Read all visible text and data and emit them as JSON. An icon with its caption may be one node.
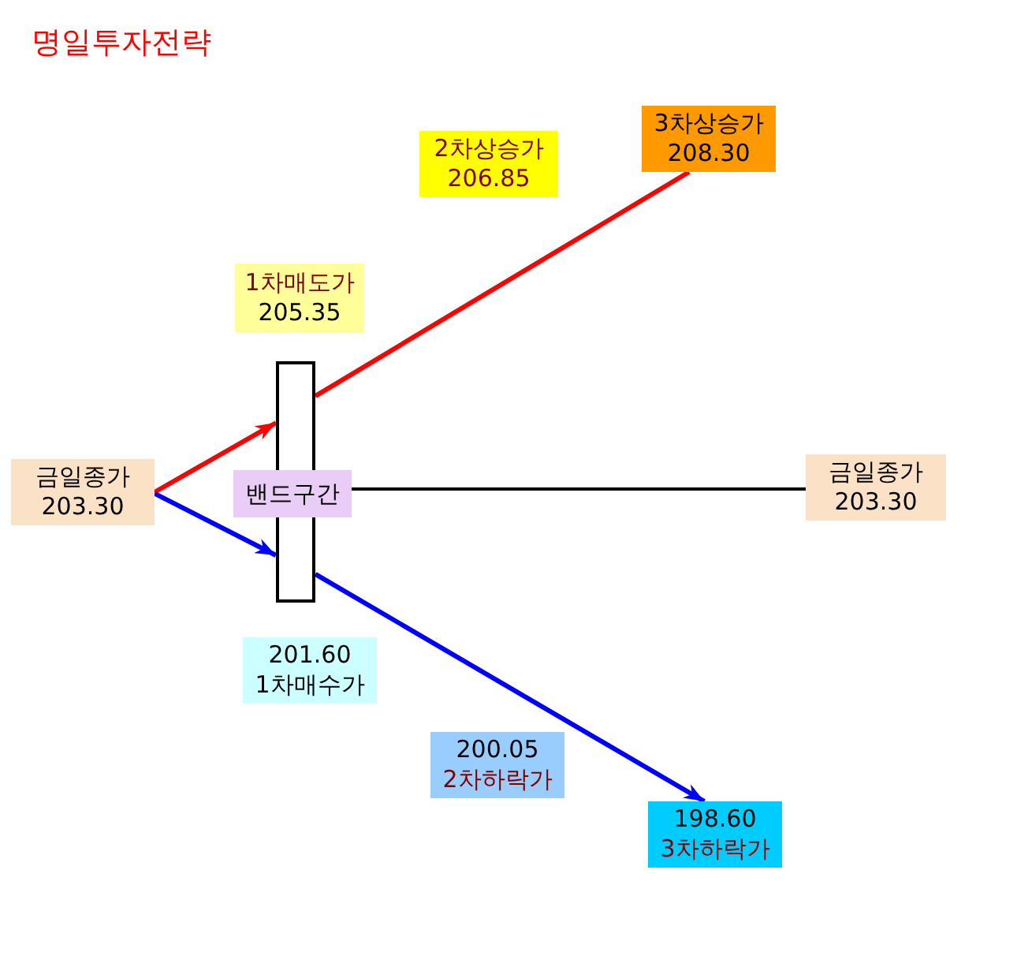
{
  "diagram": {
    "title": "명일투자전략",
    "nodes": [
      {
        "text": [
          "3차상승가",
          "208.30"
        ]
      },
      {
        "text": [
          "2차상승가",
          "206.85"
        ]
      },
      {
        "text": [
          "1차매도가",
          "205.35"
        ]
      },
      {
        "text": [],
        "shape": "box"
      },
      {
        "text": [
          "금일종가",
          "203.30"
        ]
      },
      {
        "text": [
          "밴드구간"
        ]
      },
      {
        "text": [
          "금일종가",
          "203.30"
        ]
      },
      {
        "text": [
          "201.60",
          "1차매수가"
        ]
      },
      {
        "text": [
          "200.05",
          "2차하락가"
        ]
      },
      {
        "text": [
          "198.60",
          "3차하락가"
        ]
      }
    ],
    "edges": [
      {
        "from": 4,
        "to": 3,
        "arrow": "to",
        "color": "#ff0000"
      },
      {
        "from": 3,
        "to": 0,
        "arrow": "none",
        "color": "#ff0000"
      },
      {
        "from": 4,
        "to": 3,
        "arrow": "to",
        "color": "#0000ff"
      },
      {
        "from": 3,
        "to": 9,
        "arrow": "to",
        "color": "#0000ff"
      },
      {
        "from": 5,
        "to": 6,
        "arrow": "none",
        "color": "#000000"
      }
    ]
  }
}
